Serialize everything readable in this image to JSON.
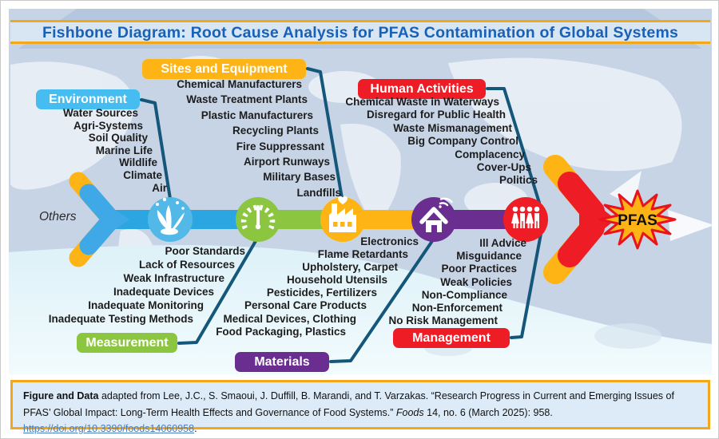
{
  "title": "Fishbone Diagram: Root Cause Analysis for PFAS Contamination of Global Systems",
  "others_label": "Others",
  "effect": {
    "label": "PFAS"
  },
  "branches": {
    "environment": {
      "label": "Environment",
      "color": "#45bdf0",
      "items": [
        "Water Sources",
        "Agri-Systems",
        "Soil Quality",
        "Marine Life",
        "Wildlife",
        "Climate",
        "Air"
      ]
    },
    "sites": {
      "label": "Sites and Equipment",
      "color": "#fdb414",
      "items": [
        "Chemical Manufacturers",
        "Waste Treatment Plants",
        "Plastic Manufacturers",
        "Recycling Plants",
        "Fire Suppressant",
        "Airport Runways",
        "Military Bases",
        "Landfills"
      ]
    },
    "human": {
      "label": "Human Activities",
      "color": "#ee1c25",
      "items": [
        "Chemical Waste in Waterways",
        "Disregard for Public Health",
        "Waste Mismanagement",
        "Big Company Control",
        "Complacency",
        "Cover-Ups",
        "Politics"
      ]
    },
    "measurement": {
      "label": "Measurement",
      "color": "#8cc640",
      "items": [
        "Poor Standards",
        "Lack of Resources",
        "Weak Infrastructure",
        "Inadequate Devices",
        "Inadequate Monitoring",
        "Inadequate Testing Methods"
      ]
    },
    "materials": {
      "label": "Materials",
      "color": "#6a2d90",
      "items": [
        "Electronics",
        "Flame Retardants",
        "Upholstery, Carpet",
        "Household Utensils",
        "Pesticides, Fertilizers",
        "Personal Care Products",
        "Medical Devices, Clothing",
        "Food Packaging, Plastics"
      ]
    },
    "management": {
      "label": "Management",
      "color": "#ee1c25",
      "items": [
        "Ill Advice",
        "Misguidance",
        "Poor Practices",
        "Weak Policies",
        "Non-Compliance",
        "Non-Enforcement",
        "No Risk Management"
      ]
    }
  },
  "spine_nodes": [
    {
      "icon": "water-splash-icon",
      "color": "#52b8e8"
    },
    {
      "icon": "gauge-icon",
      "color": "#8cc640"
    },
    {
      "icon": "factory-icon",
      "color": "#fdb414"
    },
    {
      "icon": "house-wifi-icon",
      "color": "#6a2d90"
    },
    {
      "icon": "family-icon",
      "color": "#ee1c25"
    }
  ],
  "colors": {
    "spine_blue": "#2ca6e0",
    "branch_line": "#15577a",
    "arrow_red": "#ee1c25",
    "arrow_tip_gold": "#fdb414",
    "title_blue": "#1861b8",
    "gold_border": "#f3a71b",
    "starburst_fill": "#fdb414",
    "starburst_stroke": "#e8131d"
  },
  "footer": {
    "bold": "Figure and Data",
    "text1": " adapted from Lee, J.C., S. Smaoui, J. Duffill, B. Marandi, and T. Varzakas. “Research Progress in Current and Emerging Issues of PFAS’ Global Impact: Long-Term Health Effects and Governance of Food Systems.” ",
    "journal": "Foods",
    "text2": " 14, no. 6 (March 2025): 958. ",
    "link": "https://doi.org/10.3390/foods14060958",
    "suffix": "."
  }
}
